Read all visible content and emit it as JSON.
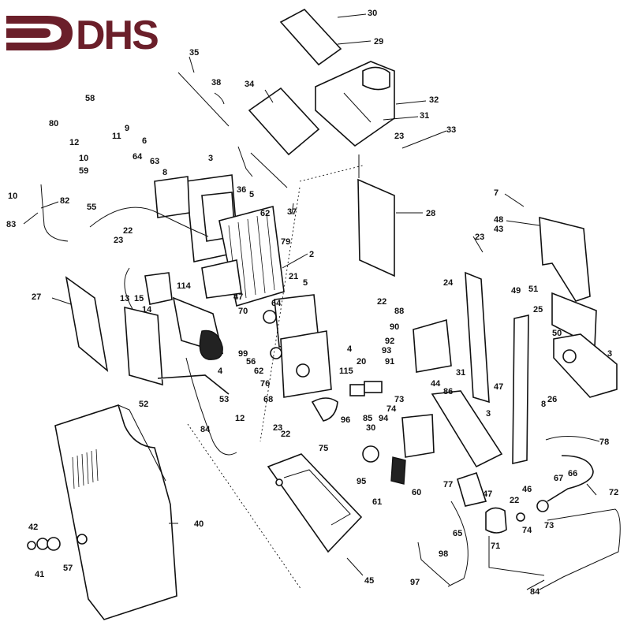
{
  "logo": {
    "text": "DHS",
    "color": "#6b1f2a"
  },
  "diagram": {
    "type": "exploded-parts-diagram",
    "part_numbers": [
      "30",
      "29",
      "35",
      "38",
      "34",
      "32",
      "31",
      "23",
      "33",
      "58",
      "80",
      "12",
      "9",
      "11",
      "6",
      "10",
      "64",
      "63",
      "8",
      "3",
      "59",
      "36",
      "5",
      "37",
      "28",
      "7",
      "48",
      "23",
      "43",
      "10",
      "82",
      "83",
      "55",
      "22",
      "23",
      "62",
      "79",
      "2",
      "27",
      "13",
      "15",
      "14",
      "114",
      "70",
      "47",
      "21",
      "5",
      "64",
      "22",
      "88",
      "49",
      "24",
      "51",
      "25",
      "90",
      "92",
      "93",
      "91",
      "50",
      "3",
      "99",
      "4",
      "62",
      "56",
      "76",
      "68",
      "115",
      "20",
      "4",
      "52",
      "53",
      "12",
      "84",
      "31",
      "86",
      "44",
      "47",
      "26",
      "8",
      "73",
      "74",
      "94",
      "85",
      "30",
      "96",
      "75",
      "23",
      "22",
      "3",
      "78",
      "66",
      "67",
      "95",
      "61",
      "60",
      "77",
      "72",
      "46",
      "22",
      "47",
      "45",
      "65",
      "73",
      "71",
      "74",
      "40",
      "42",
      "41",
      "57",
      "98",
      "97",
      "84"
    ]
  }
}
